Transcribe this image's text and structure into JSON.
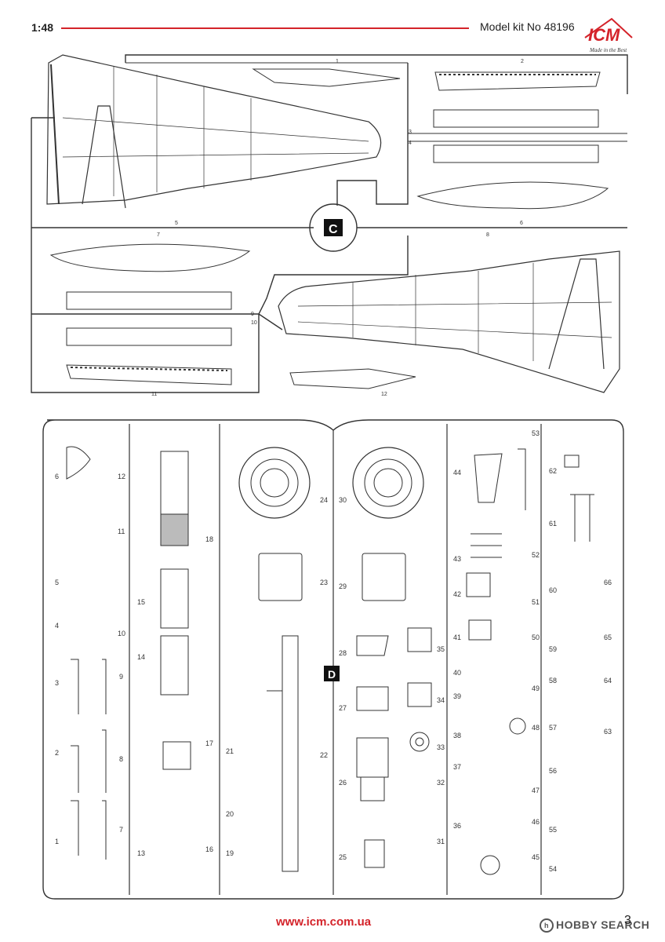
{
  "header": {
    "scale": "1:48",
    "model": "Model kit No 48196",
    "logo_text": "ICM",
    "logo_tagline": "Made in the Best"
  },
  "sprue_c": {
    "label": "C",
    "part_numbers": [
      "1",
      "2",
      "3",
      "4",
      "5",
      "6",
      "7",
      "8",
      "9",
      "10",
      "11",
      "12"
    ]
  },
  "sprue_d": {
    "label": "D",
    "part_numbers": [
      "1",
      "2",
      "3",
      "4",
      "5",
      "6",
      "7",
      "8",
      "9",
      "10",
      "11",
      "12",
      "13",
      "14",
      "15",
      "16",
      "17",
      "18",
      "19",
      "20",
      "21",
      "22",
      "23",
      "24",
      "25",
      "26",
      "27",
      "28",
      "29",
      "30",
      "31",
      "32",
      "33",
      "34",
      "35",
      "36",
      "37",
      "38",
      "39",
      "40",
      "41",
      "42",
      "43",
      "44",
      "45",
      "46",
      "47",
      "48",
      "49",
      "50",
      "51",
      "52",
      "53",
      "54",
      "55",
      "56",
      "57",
      "58",
      "59",
      "60",
      "61",
      "62",
      "63",
      "64",
      "65",
      "66"
    ]
  },
  "footer": {
    "url": "www.icm.com.ua",
    "watermark": "HOBBY SEARCH",
    "page": "3"
  }
}
